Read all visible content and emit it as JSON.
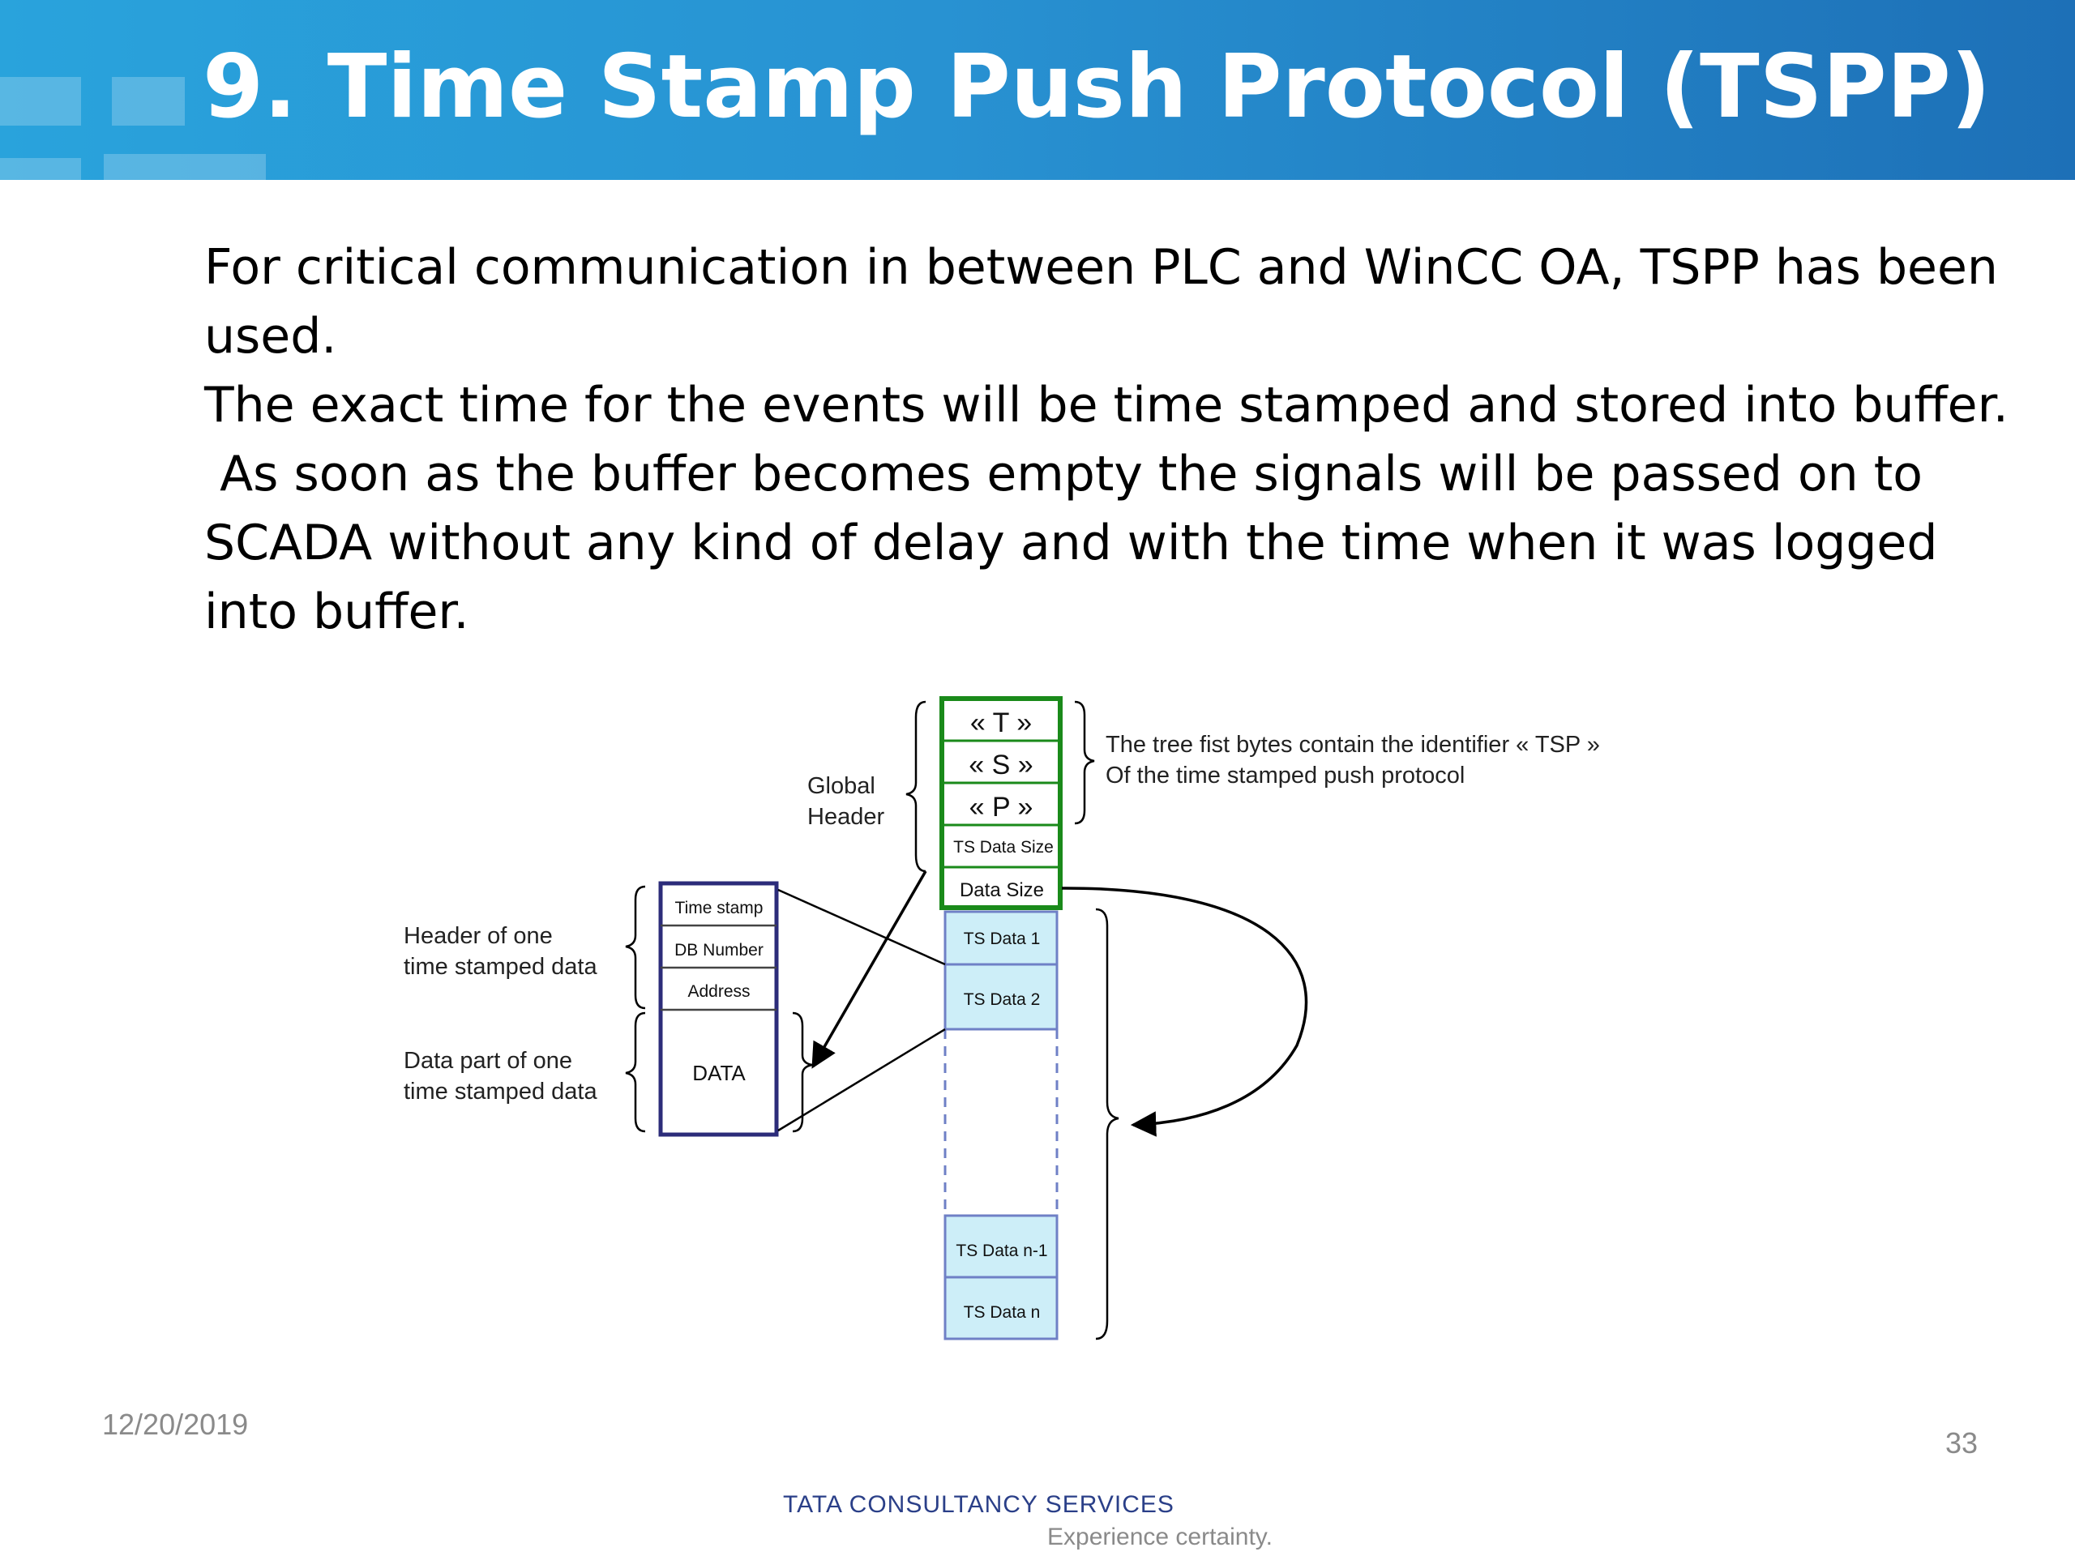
{
  "slide": {
    "title": "9. Time Stamp Push Protocol (TSPP)",
    "paragraphs": [
      "For critical communication in between PLC and WinCC OA, TSPP has been used.",
      "The exact time for the events will be time stamped and stored into buffer.",
      " As soon as the buffer becomes empty the signals will be passed on to SCADA without any kind of delay and with the time when it was logged into buffer."
    ],
    "date": "12/20/2019",
    "page_number": "33",
    "logo": {
      "name": "TATA CONSULTANCY SERVICES",
      "tagline": "Experience certainty."
    }
  },
  "diagram": {
    "global_header_cells": [
      "« T »",
      "« S »",
      "« P »",
      "TS Data Size",
      "Data Size"
    ],
    "ts_data_cells": [
      "TS Data 1",
      "TS Data 2",
      "TS Data n-1",
      "TS Data n"
    ],
    "detail_cells": [
      "Time stamp",
      "DB Number",
      "Address",
      "DATA"
    ],
    "labels": {
      "global_header": [
        "Global",
        "Header"
      ],
      "header_of_one": [
        "Header of one",
        "time stamped data"
      ],
      "data_part": [
        "Data part of one",
        "time stamped data"
      ],
      "identifier_note": [
        "The tree fist bytes contain the identifier « TSP »",
        "Of the time stamped push protocol"
      ]
    },
    "colors": {
      "header_border": "#1a8a1a",
      "ts_fill": "#cdeef8",
      "ts_border": "#6f80c6",
      "detail_border": "#2c2c7a"
    }
  }
}
